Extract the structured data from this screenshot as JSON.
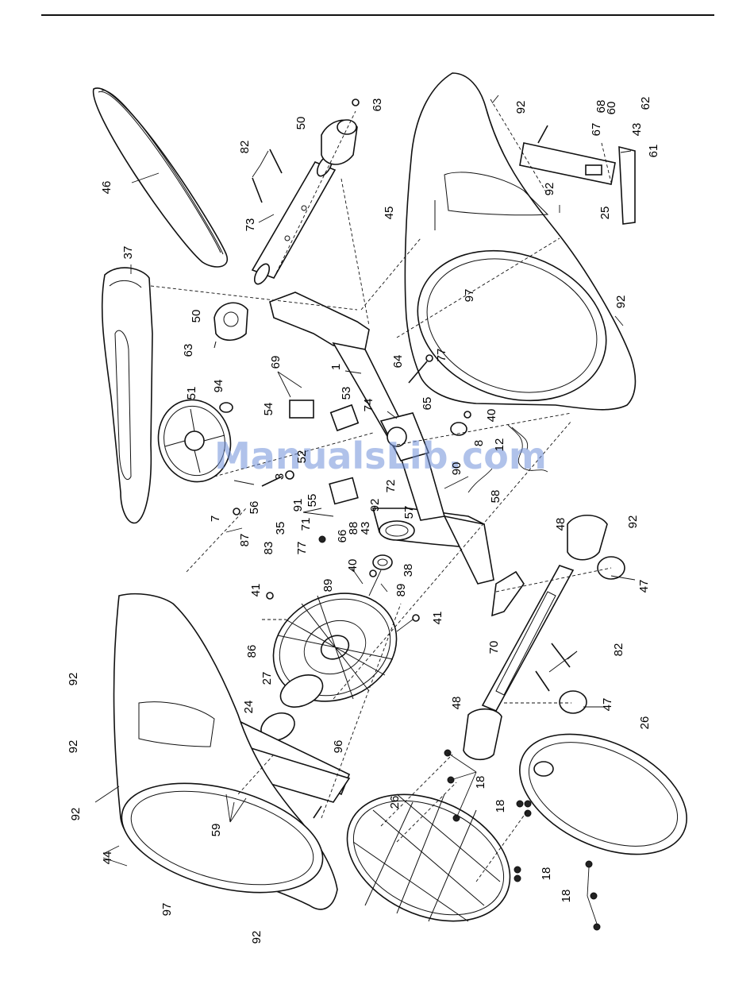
{
  "watermark": "ManualsLib.com",
  "labels": [
    {
      "id": "63a",
      "text": "63"
    },
    {
      "id": "50a",
      "text": "50"
    },
    {
      "id": "82a",
      "text": "82"
    },
    {
      "id": "46",
      "text": "46"
    },
    {
      "id": "73",
      "text": "73"
    },
    {
      "id": "37",
      "text": "37"
    },
    {
      "id": "50b",
      "text": "50"
    },
    {
      "id": "63b",
      "text": "63"
    },
    {
      "id": "94",
      "text": "94"
    },
    {
      "id": "51",
      "text": "51"
    },
    {
      "id": "1",
      "text": "1"
    },
    {
      "id": "69",
      "text": "69"
    },
    {
      "id": "54",
      "text": "54"
    },
    {
      "id": "53",
      "text": "53"
    },
    {
      "id": "74",
      "text": "74"
    },
    {
      "id": "64",
      "text": "64"
    },
    {
      "id": "77a",
      "text": "77"
    },
    {
      "id": "65",
      "text": "65"
    },
    {
      "id": "40a",
      "text": "40"
    },
    {
      "id": "8",
      "text": "8"
    },
    {
      "id": "12",
      "text": "12"
    },
    {
      "id": "92a",
      "text": "92"
    },
    {
      "id": "68",
      "text": "68"
    },
    {
      "id": "60",
      "text": "60"
    },
    {
      "id": "62",
      "text": "62"
    },
    {
      "id": "43a",
      "text": "43"
    },
    {
      "id": "67",
      "text": "67"
    },
    {
      "id": "61",
      "text": "61"
    },
    {
      "id": "92b",
      "text": "92"
    },
    {
      "id": "25",
      "text": "25"
    },
    {
      "id": "45",
      "text": "45"
    },
    {
      "id": "97a",
      "text": "97"
    },
    {
      "id": "92c",
      "text": "92"
    },
    {
      "id": "3",
      "text": "3"
    },
    {
      "id": "52",
      "text": "52"
    },
    {
      "id": "72",
      "text": "72"
    },
    {
      "id": "90",
      "text": "90"
    },
    {
      "id": "58",
      "text": "58"
    },
    {
      "id": "57",
      "text": "57"
    },
    {
      "id": "92d",
      "text": "92"
    },
    {
      "id": "56",
      "text": "56"
    },
    {
      "id": "91",
      "text": "91"
    },
    {
      "id": "55",
      "text": "55"
    },
    {
      "id": "7",
      "text": "7"
    },
    {
      "id": "87",
      "text": "87"
    },
    {
      "id": "35",
      "text": "35"
    },
    {
      "id": "83",
      "text": "83"
    },
    {
      "id": "71",
      "text": "71"
    },
    {
      "id": "66",
      "text": "66"
    },
    {
      "id": "88",
      "text": "88"
    },
    {
      "id": "43b",
      "text": "43"
    },
    {
      "id": "77b",
      "text": "77"
    },
    {
      "id": "38",
      "text": "38"
    },
    {
      "id": "40b",
      "text": "40"
    },
    {
      "id": "48a",
      "text": "48"
    },
    {
      "id": "92e",
      "text": "92"
    },
    {
      "id": "47a",
      "text": "47"
    },
    {
      "id": "41a",
      "text": "41"
    },
    {
      "id": "89a",
      "text": "89"
    },
    {
      "id": "89b",
      "text": "89"
    },
    {
      "id": "41b",
      "text": "41"
    },
    {
      "id": "86",
      "text": "86"
    },
    {
      "id": "70",
      "text": "70"
    },
    {
      "id": "82b",
      "text": "82"
    },
    {
      "id": "27",
      "text": "27"
    },
    {
      "id": "24",
      "text": "24"
    },
    {
      "id": "96",
      "text": "96"
    },
    {
      "id": "48b",
      "text": "48"
    },
    {
      "id": "47b",
      "text": "47"
    },
    {
      "id": "26a",
      "text": "26"
    },
    {
      "id": "92f",
      "text": "92"
    },
    {
      "id": "92g",
      "text": "92"
    },
    {
      "id": "92h",
      "text": "92"
    },
    {
      "id": "59",
      "text": "59"
    },
    {
      "id": "26b",
      "text": "26"
    },
    {
      "id": "18a",
      "text": "18"
    },
    {
      "id": "18b",
      "text": "18"
    },
    {
      "id": "18c",
      "text": "18"
    },
    {
      "id": "18d",
      "text": "18"
    },
    {
      "id": "44",
      "text": "44"
    },
    {
      "id": "97b",
      "text": "97"
    },
    {
      "id": "92i",
      "text": "92"
    }
  ]
}
